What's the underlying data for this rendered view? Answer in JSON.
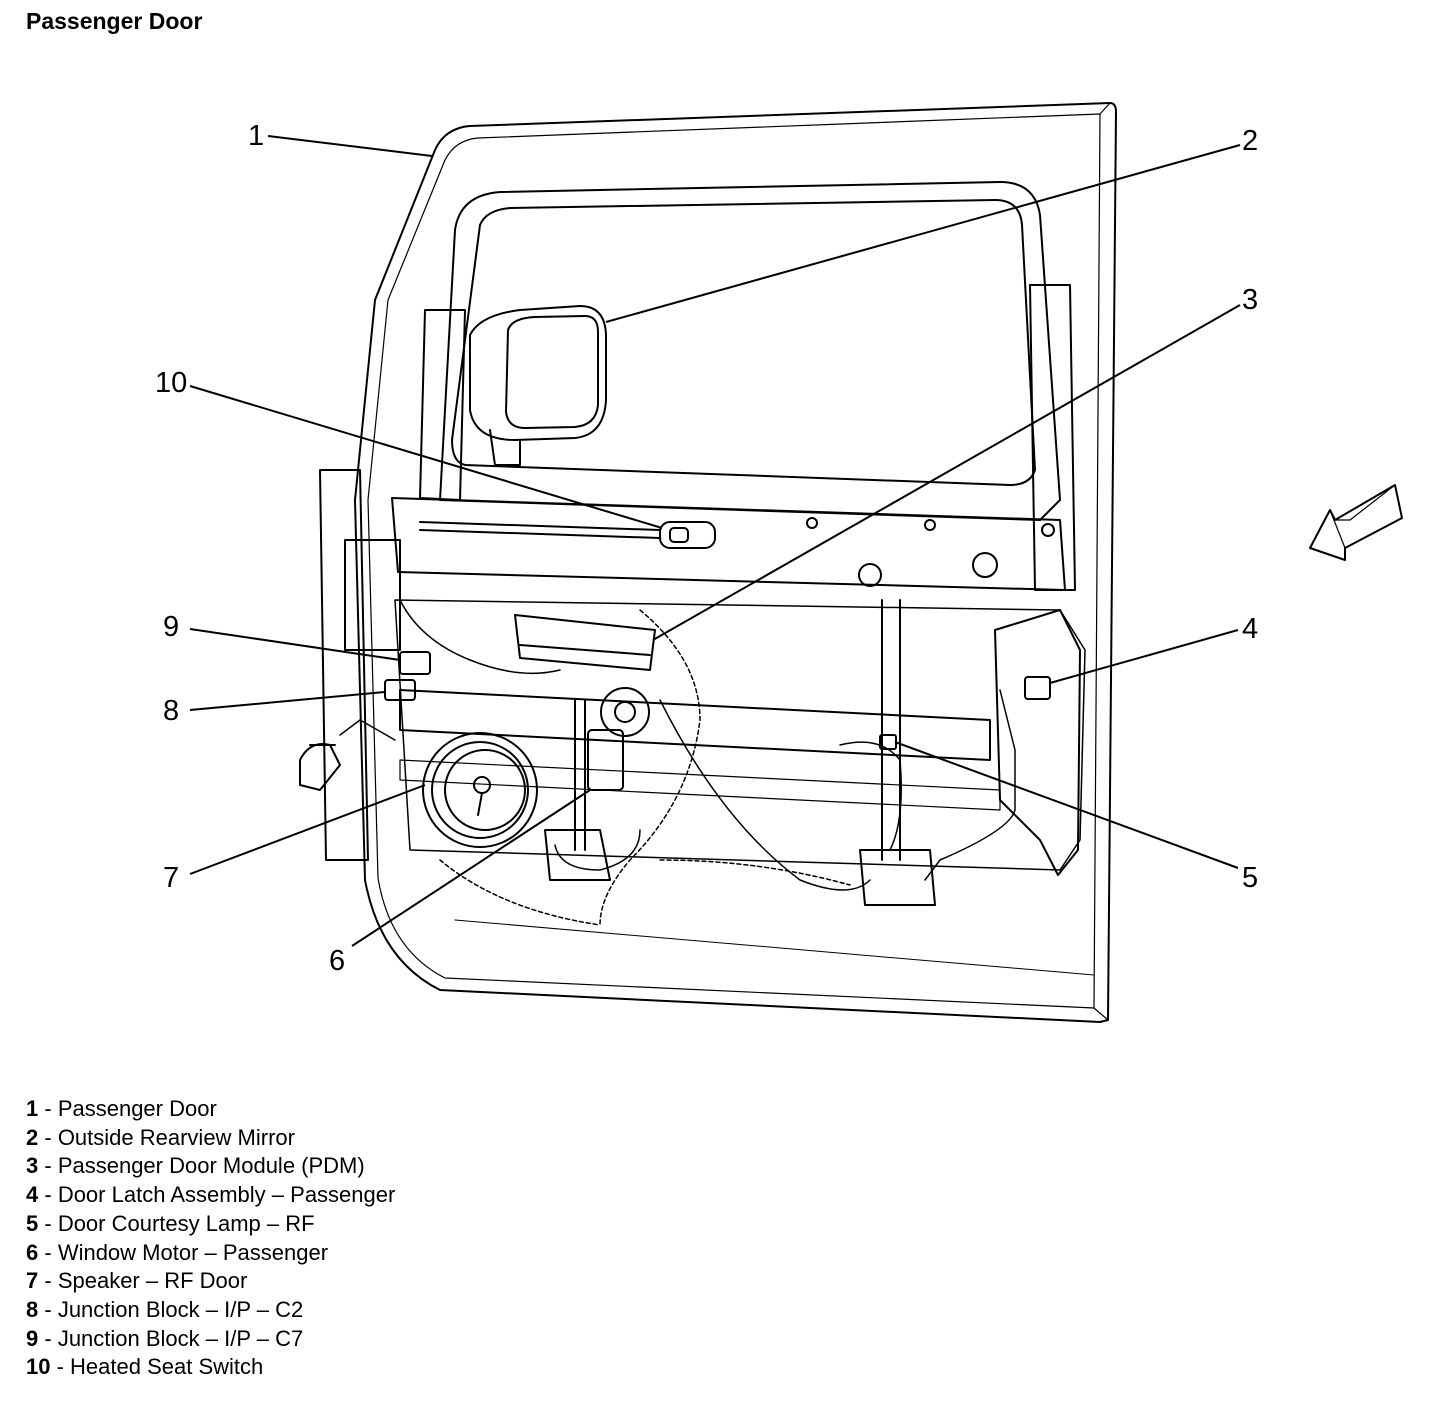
{
  "title": "Passenger Door",
  "callouts": [
    {
      "number": "1"
    },
    {
      "number": "2"
    },
    {
      "number": "3"
    },
    {
      "number": "4"
    },
    {
      "number": "5"
    },
    {
      "number": "6"
    },
    {
      "number": "7"
    },
    {
      "number": "8"
    },
    {
      "number": "9"
    },
    {
      "number": "10"
    }
  ],
  "legend": [
    {
      "number": "1",
      "sep": " - ",
      "label": "Passenger Door"
    },
    {
      "number": "2",
      "sep": " - ",
      "label": "Outside Rearview Mirror"
    },
    {
      "number": "3",
      "sep": " - ",
      "label": "Passenger Door Module (PDM)"
    },
    {
      "number": "4",
      "sep": " - ",
      "label": "Door Latch Assembly – Passenger"
    },
    {
      "number": "5",
      "sep": " - ",
      "label": "Door Courtesy Lamp – RF"
    },
    {
      "number": "6",
      "sep": " - ",
      "label": "Window Motor – Passenger"
    },
    {
      "number": "7",
      "sep": " - ",
      "label": "Speaker – RF Door"
    },
    {
      "number": "8",
      "sep": " - ",
      "label": "Junction Block – I/P – C2"
    },
    {
      "number": "9",
      "sep": " - ",
      "label": "Junction Block – I/P – C7"
    },
    {
      "number": "10",
      "sep": " - ",
      "label": "Heated Seat Switch"
    }
  ]
}
